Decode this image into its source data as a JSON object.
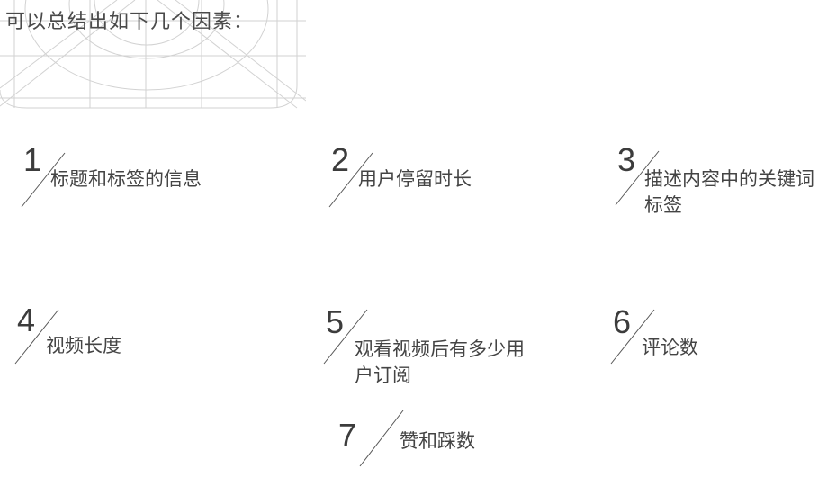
{
  "title": "可以总结出如下几个因素：",
  "factors": [
    {
      "number": "1",
      "label": "标题和标签的信息"
    },
    {
      "number": "2",
      "label": "用户停留时长"
    },
    {
      "number": "3",
      "label": "描述内容中的关键词标签"
    },
    {
      "number": "4",
      "label": "视频长度"
    },
    {
      "number": "5",
      "label": "观看视频后有多少用户订阅"
    },
    {
      "number": "6",
      "label": "评论数"
    },
    {
      "number": "7",
      "label": "赞和踩数"
    }
  ],
  "colors": {
    "text": "#444444",
    "grid": "#d0d0d0",
    "background": "#ffffff"
  }
}
